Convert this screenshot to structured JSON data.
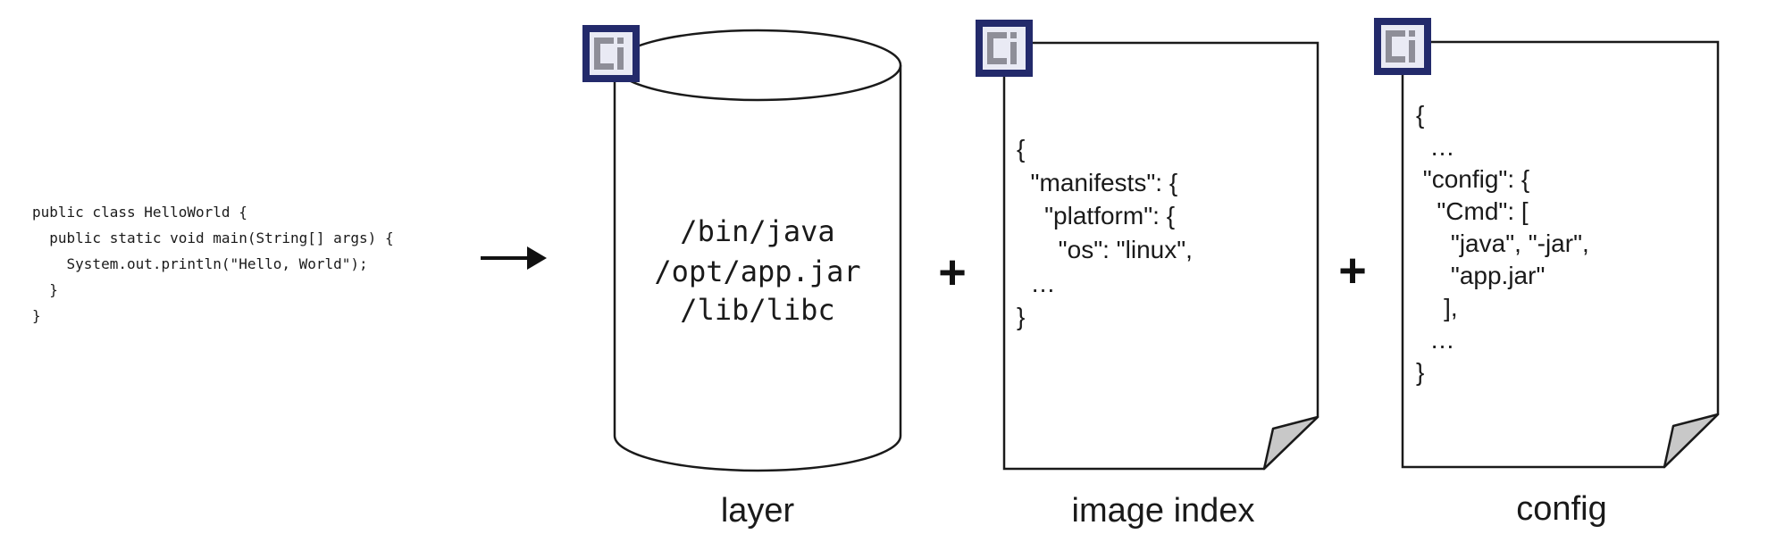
{
  "source_code": {
    "lines": [
      "public class HelloWorld {",
      "  public static void main(String[] args) {",
      "    System.out.println(\"Hello, World\");",
      "  }",
      "}"
    ]
  },
  "operators": {
    "plus": "+"
  },
  "layer": {
    "caption": "layer",
    "paths": [
      "/bin/java",
      "/opt/app.jar",
      "/lib/libc"
    ]
  },
  "image_index": {
    "caption": "image index",
    "lines": [
      "{",
      "  \"manifests\": {",
      "    \"platform\": {",
      "      \"os\": \"linux\",",
      "  …",
      "}"
    ]
  },
  "config": {
    "caption": "config",
    "lines": [
      "{",
      "  …",
      " \"config\": {",
      "   \"Cmd\": [",
      "     \"java\", \"-jar\",",
      "     \"app.jar\"",
      "    ],",
      "  …",
      "}"
    ]
  },
  "logo": {
    "icon": "ci-badge-icon",
    "frame_color": "#232a6b",
    "fill_color": "#e9eaf4"
  },
  "colors": {
    "stroke": "#1a1a1a",
    "fold": "#c8c8c8"
  }
}
